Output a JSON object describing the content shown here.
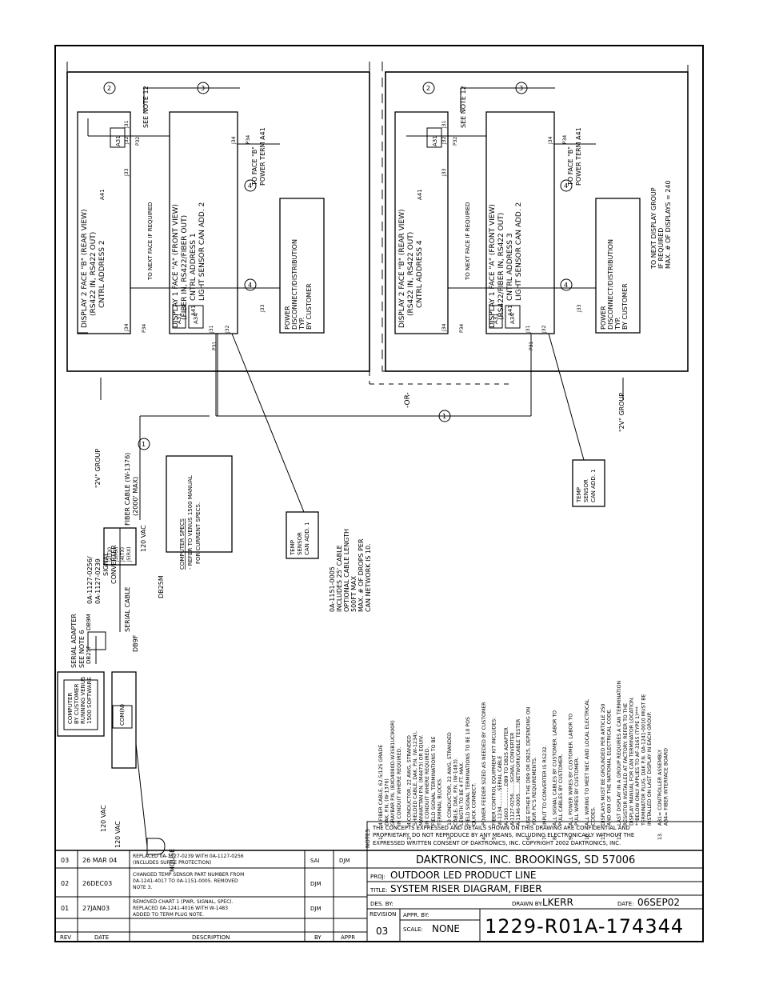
{
  "rotated_diagram": {
    "left_system": {
      "group_label": "\"2V\" GROUP",
      "display2": {
        "title": "DISPLAY 2 FACE \"B\" (REAR VIEW)",
        "line2": "(RS422 IN, RS422 OUT)",
        "line3": "CNTRL ADDRESS 2",
        "a41": "A41",
        "a31": "A31",
        "j33": "J33",
        "j32": "J32",
        "j31": "J31",
        "j34": "J34",
        "p34": "P34",
        "p32": "P32"
      },
      "display1": {
        "title": "DISPLAY 1 FACE \"A\" (FRONT VIEW)",
        "line2": "(FIBER IN, RS422/FIBER OUT)",
        "line3": "CNTRL ADDRESS 1",
        "line4": "LIGHT SENSOR CAN ADD. 2",
        "a41": "A41",
        "a31": "A31",
        "a34": "A34",
        "j31": "J31",
        "j32": "J32",
        "j33": "J33",
        "j34": "J34",
        "p31": "P31",
        "p34": "P34"
      },
      "next_face": "TO NEXT FACE IF REQUIRED",
      "see_note": "SEE NOTE 12",
      "to_face_b": "TO FACE \"B\"",
      "power_term": "POWER TERM A41",
      "power_box": [
        "POWER",
        "DISCONNECT/DISTRIBUTION",
        "TYP.",
        "BY CUSTOMER"
      ],
      "fiber_cable": [
        "FIBER CABLE (W-1376)",
        "(2000' MAX)"
      ],
      "computer_specs_title": "COMPUTER SPECS",
      "computer_specs": [
        "- REFER TO VENUS 1500 MANUAL",
        "FOR CURRENT SPECS."
      ],
      "temp_sensor": [
        "TEMP",
        "SENSOR",
        "CAN ADD. 1"
      ],
      "cable_note": [
        "0A-1151-0005",
        "INCLUDES 25' CABLE",
        "OPTIONAL CABLE LENGTH",
        "500FT MAX",
        "MAX. # OF DROPS PER",
        "CAN NETWORK IS 10."
      ],
      "converter": [
        "0A-1127-0256/",
        "0A-1127-0239",
        "SIGNAL",
        "CONVERTER"
      ],
      "converter_ports": [
        "J2(TX)",
        "J3(RX)",
        "J4(TX)",
        "J5(RX)"
      ],
      "vac_120": "120 VAC",
      "db25m": "DB25M",
      "serial_cable": "SERIAL CABLE",
      "db9f": "DB9F",
      "serial_adapter": [
        "SERIAL ADAPTER",
        "SEE NOTE 6"
      ],
      "db9m": "DB9M",
      "db25f": "DB25F",
      "computer": [
        "COMPUTER",
        "BY CUSTOMER",
        "RUNNING VENUS",
        "1500 SOFTWARE"
      ],
      "com_port": "COM(N)",
      "vac_120_a": "120 VAC",
      "vac_120_b": "120 VAC",
      "mouse": "MOUSE",
      "circle1": "1",
      "circle2": "2",
      "circle3": "3",
      "circle4": "4"
    },
    "right_system": {
      "group_label": "\"2V\" GROUP",
      "display2": {
        "title": "DISPLAY 2 FACE \"B\" (REAR VIEW)",
        "line2": "(RS422 IN, RS422 OUT)",
        "line3": "CNTRL ADDRESS 4",
        "a41": "A41",
        "a31": "A31",
        "j33": "J33",
        "j32": "J32",
        "j31": "J31",
        "j34": "J34",
        "p34": "P34",
        "p32": "P32"
      },
      "display1": {
        "title": "DISPLAY 1 FACE \"A\" (FRONT VIEW)",
        "line2": "(RS422/FIBER IN, RS422 OUT)",
        "line3": "CNTRL ADDRESS 3",
        "line4": "LIGHT SENSOR CAN ADD. 2",
        "a41": "A41",
        "a31": "A31",
        "a34": "A34",
        "j31": "J31",
        "j32": "J32",
        "j33": "J33",
        "j34": "J34",
        "p31": "P31",
        "p34": "P34"
      },
      "next_face": "TO NEXT FACE IF REQUIRED",
      "see_note": "SEE NOTE 12",
      "to_face_b": "TO FACE \"B\"",
      "power_term": "POWER TERM A41",
      "power_box": [
        "POWER",
        "DISCONNECT/DISTRIBUTION",
        "TYP.",
        "BY CUSTOMER"
      ],
      "next_group": [
        "TO NEXT DISPLAY GROUP",
        "IF REQUIRED",
        "MAX. # OF DISPLAYS = 240"
      ],
      "temp_sensor": [
        "TEMP",
        "SENSOR",
        "CAN ADD. 1"
      ],
      "or_label": "-OR-",
      "circle1": "1",
      "circle2": "2",
      "circle3": "3",
      "circle4": "4"
    },
    "notes_title": "NOTES",
    "notes": [
      {
        "num": "1",
        "lines": [
          "4 FIBER CABLE, 62.5/125 GRADE",
          "DAK. P.N. (W-1376)",
          "GRAYBAR P.N. (BXO4080D-W3SB1UC900R)",
          "IN CONDUIT WHERE REQUIRED."
        ]
      },
      {
        "num": "2",
        "lines": [
          "4 CONDUCTOR, 22 AWG, STRANDED",
          "SHIELDED CABLE, DAK. P.N. (W-1234),",
          "MANHATTAN P.N. (M4473) OR EQUIV.",
          "IN CONDUIT WHERE REQUIRED.",
          "FIELD SIGNAL TERMINATIONS TO BE",
          "TERMINAL BLOCKS."
        ]
      },
      {
        "num": "3",
        "lines": [
          "10 CONDUCTOR, 22 AWG, STRANDED",
          "CABLE, DAK. P.N. (W-1483).",
          "LENGTH TO BE 4 FT. MAX.",
          "FIELD SIGNAL TERMINATIONS TO BE 10 POS",
          "QUICK CONNECT."
        ]
      },
      {
        "num": "4",
        "lines": [
          "POWER FEEDER SIZED AS NEEDED BY CUSTOMER"
        ]
      },
      {
        "num": "5.",
        "lines": [
          "FIBER CONTROL EQUIPMENT KIT INCLUDES:",
          "W-1234..........SERIAL CABLE",
          "A-1603..............DB9 TO DB25 ADAPTER",
          "A-1127-0256.......SIGNAL CONVERTER",
          "A-1146-0005.......NETWORK/CABLE TESTER"
        ]
      },
      {
        "num": "6.",
        "lines": [
          "USE EITHER THE DB9 OR DB25, DEPENDING ON",
          "YOUR PC'S REQUIREMENTS."
        ]
      },
      {
        "num": "7.",
        "lines": [
          "INPUT TO CONVERTER IS RS232."
        ]
      },
      {
        "num": "8.",
        "lines": [
          "ALL SIGNAL CABLES BY CUSTOMER. LABOR TO",
          "PULL CABLES BY CUSTOMER."
        ]
      },
      {
        "num": "9.",
        "lines": [
          "ALL POWER WIRES BY CUSTOMER. LABOR TO",
          "PULL WIRES BY CUSTOMER."
        ]
      },
      {
        "num": "10.",
        "lines": [
          "ALL WIRING TO MEET NEC AND LOCAL ELECTRICAL",
          "CODES."
        ]
      },
      {
        "num": "11.",
        "lines": [
          "DISPLAYS MUST BE GROUNDED PER ARTICLE 250",
          "AND 600 OF THE NATIONAL ELECTRICAL CODE."
        ]
      },
      {
        "num": "12.",
        "lines": [
          "LAST DISPLAY IN A GROUP REQUIRES A CAN TERMINATION",
          "RESISTOR INSTALLED AT FACTORY. REFER TO THE",
          "DISPLAY MANUAL FOR CAN TERMINATOR LOCATION.",
          "**BELOW ONLY APPLIES TO AF-3165 (TYPE 1)***",
          "TERMINATOR PLUG, DAK P.N. 0A-1241-0010 MUST BE",
          "INSTALLED ON LAST DISPLAY IN EACH GROUP."
        ]
      },
      {
        "num": "13.",
        "lines": [
          "A31= CONTROLLER ASSEMBLY",
          "A34= FIBER INTERFACE BOARD"
        ]
      }
    ]
  },
  "title_block": {
    "confidential": [
      "THE CONCEPTS EXPRESSED AND DETAILS SHOWN ON THIS DRAWING ARE CONFIDENTIAL AND",
      "PROPRIETARY. DO NOT REPRODUCE BY ANY MEANS, INCLUDING ELECTRONICALLY WITHOUT THE",
      "EXPRESSED WRITTEN CONSENT OF DAKTRONICS, INC.          COPYRIGHT 2002 DAKTRONICS, INC."
    ],
    "company": "DAKTRONICS, INC.     BROOKINGS, SD 57006",
    "proj_label": "PROJ:",
    "proj": "OUTDOOR LED PRODUCT LINE",
    "title_label": "TITLE:",
    "title": "SYSTEM RISER DIAGRAM, FIBER",
    "des_label": "DES. BY:",
    "drawn_label": "DRAWN BY:",
    "drawn": "LKERR",
    "date_label": "DATE:",
    "date": "06SEP02",
    "revision_label": "REVISION",
    "revision": "03",
    "appr_label": "APPR. BY:",
    "scale_label": "SCALE:",
    "scale": "NONE",
    "drawing_number": "1229-R01A-174344",
    "revisions": [
      {
        "rev": "03",
        "date": "26 MAR 04",
        "desc": [
          "REPLACED 0A-1127-0239 WITH 0A-1127-0256",
          "(INCLUDES SURGE PROTECTION)"
        ],
        "by": "SAI",
        "appr": "DJM"
      },
      {
        "rev": "02",
        "date": "26DEC03",
        "desc": [
          "CHANGED TEMP SENSOR PART NUMBER FROM",
          "0A-1241-4017 TO 0A-1151-0005. REMOVED",
          "NOTE 3."
        ],
        "by": "DJM",
        "appr": ""
      },
      {
        "rev": "01",
        "date": "27JAN03",
        "desc": [
          "REMOVED CHART 1 (PWR, SIGNAL, SPEC).",
          "REPLACED 0A-1241-4016 WITH W-1483",
          "ADDED TO TERM PLUG NOTE."
        ],
        "by": "DJM",
        "appr": ""
      }
    ],
    "rev_header": {
      "rev": "REV",
      "date": "DATE",
      "desc": "DESCRIPTION",
      "by": "BY",
      "appr": "APPR"
    }
  }
}
